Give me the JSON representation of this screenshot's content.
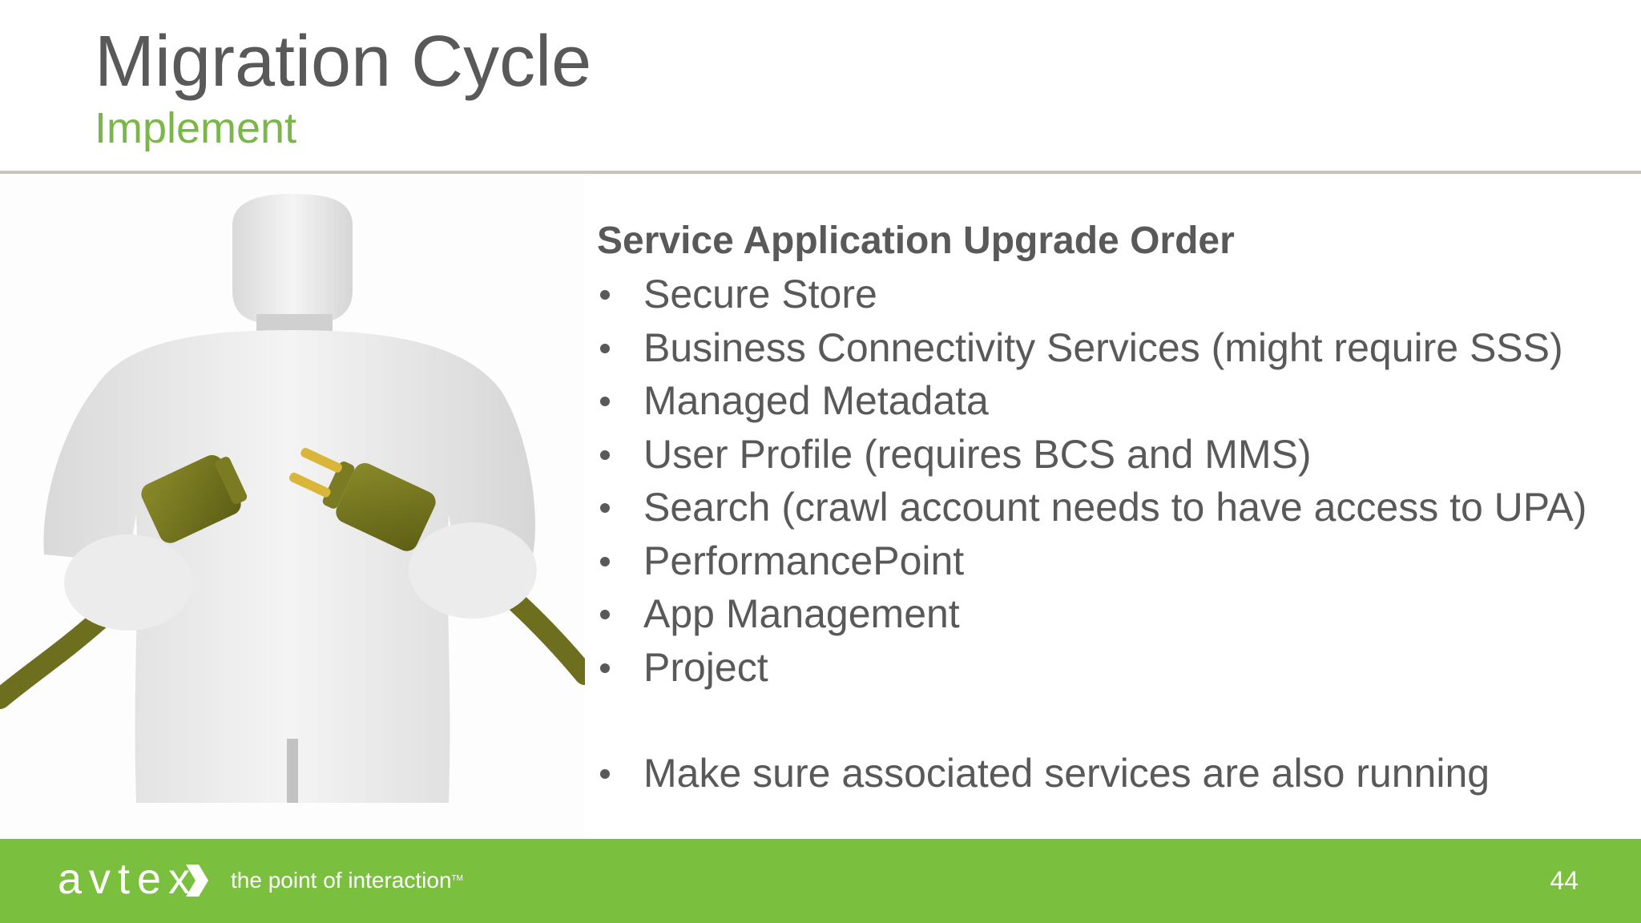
{
  "slide": {
    "title": "Migration Cycle",
    "subtitle": "Implement",
    "colors": {
      "accent_green": "#7ab648",
      "footer_green": "#7abf3d",
      "text_gray": "#595959"
    }
  },
  "illustration": {
    "description_icon": "person-unplugging-cable-illustration"
  },
  "content": {
    "heading": "Service Application Upgrade Order",
    "bullets": [
      "Secure Store",
      "Business Connectivity Services (might require SSS)",
      "Managed Metadata",
      "User Profile (requires BCS and MMS)",
      "Search (crawl account needs to have access to UPA)",
      "PerformancePoint",
      "App Management",
      "Project"
    ],
    "note": "Make sure associated services are also running"
  },
  "footer": {
    "logo": "avtex",
    "tagline": "the point of interaction",
    "trademark": "TM",
    "page_number": "44"
  }
}
